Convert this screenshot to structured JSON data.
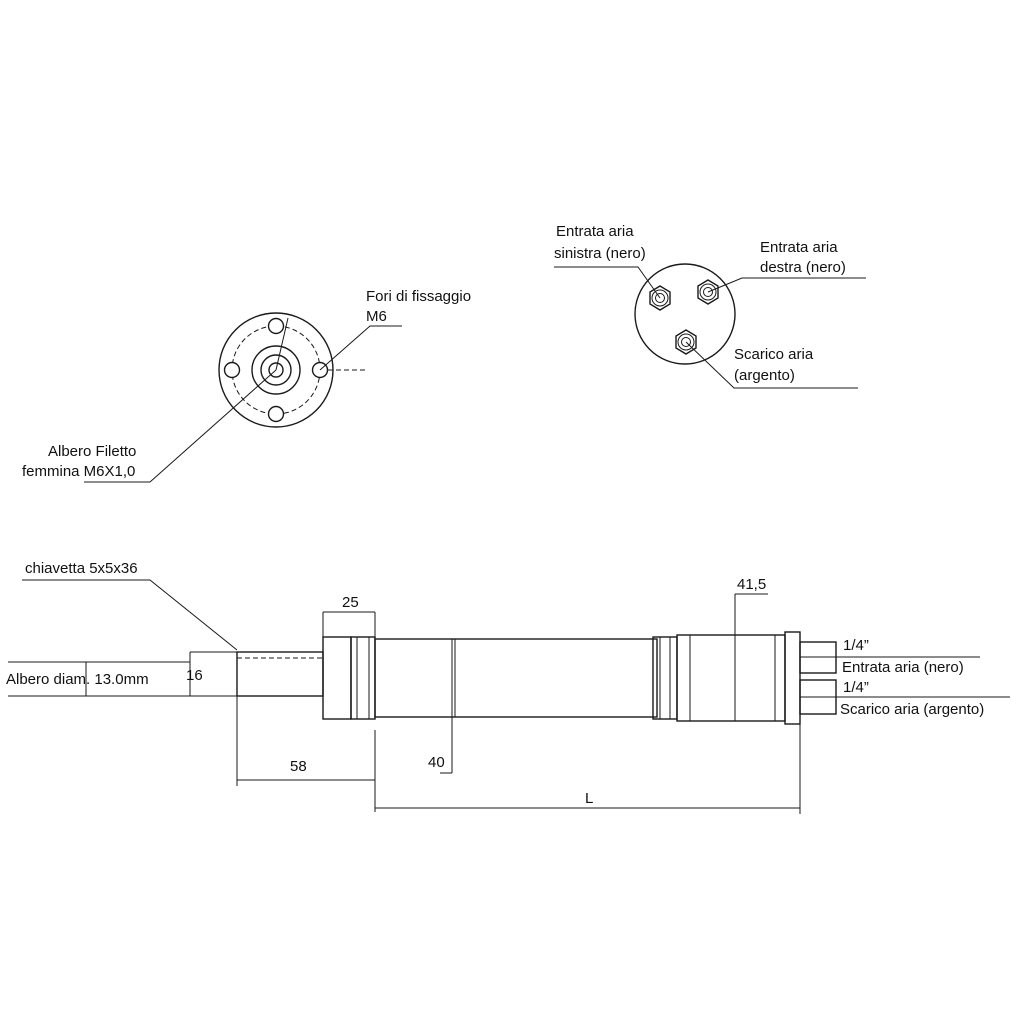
{
  "front_view": {
    "mounting_holes_label": [
      "Fori di fissaggio",
      "M6"
    ],
    "shaft_thread_label": [
      "Albero Filetto",
      "femmina M6X1,0"
    ]
  },
  "rear_view": {
    "left_inlet_label": [
      "Entrata aria",
      "sinistra (nero)"
    ],
    "right_inlet_label": [
      "Entrata aria",
      "destra (nero)"
    ],
    "exhaust_label": [
      "Scarico aria",
      "(argento)"
    ]
  },
  "side_view": {
    "key_label": "chiavetta 5x5x36",
    "shaft_diameter_label": "Albero diam. 13.0mm",
    "dim_16": "16",
    "dim_25": "25",
    "dim_58": "58",
    "dim_40": "40",
    "dim_41_5": "41,5",
    "dim_L": "L",
    "port_inlet_size": "1/4”",
    "port_inlet_label": "Entrata aria (nero)",
    "port_exhaust_size": "1/4”",
    "port_exhaust_label": "Scarico aria (argento)"
  }
}
